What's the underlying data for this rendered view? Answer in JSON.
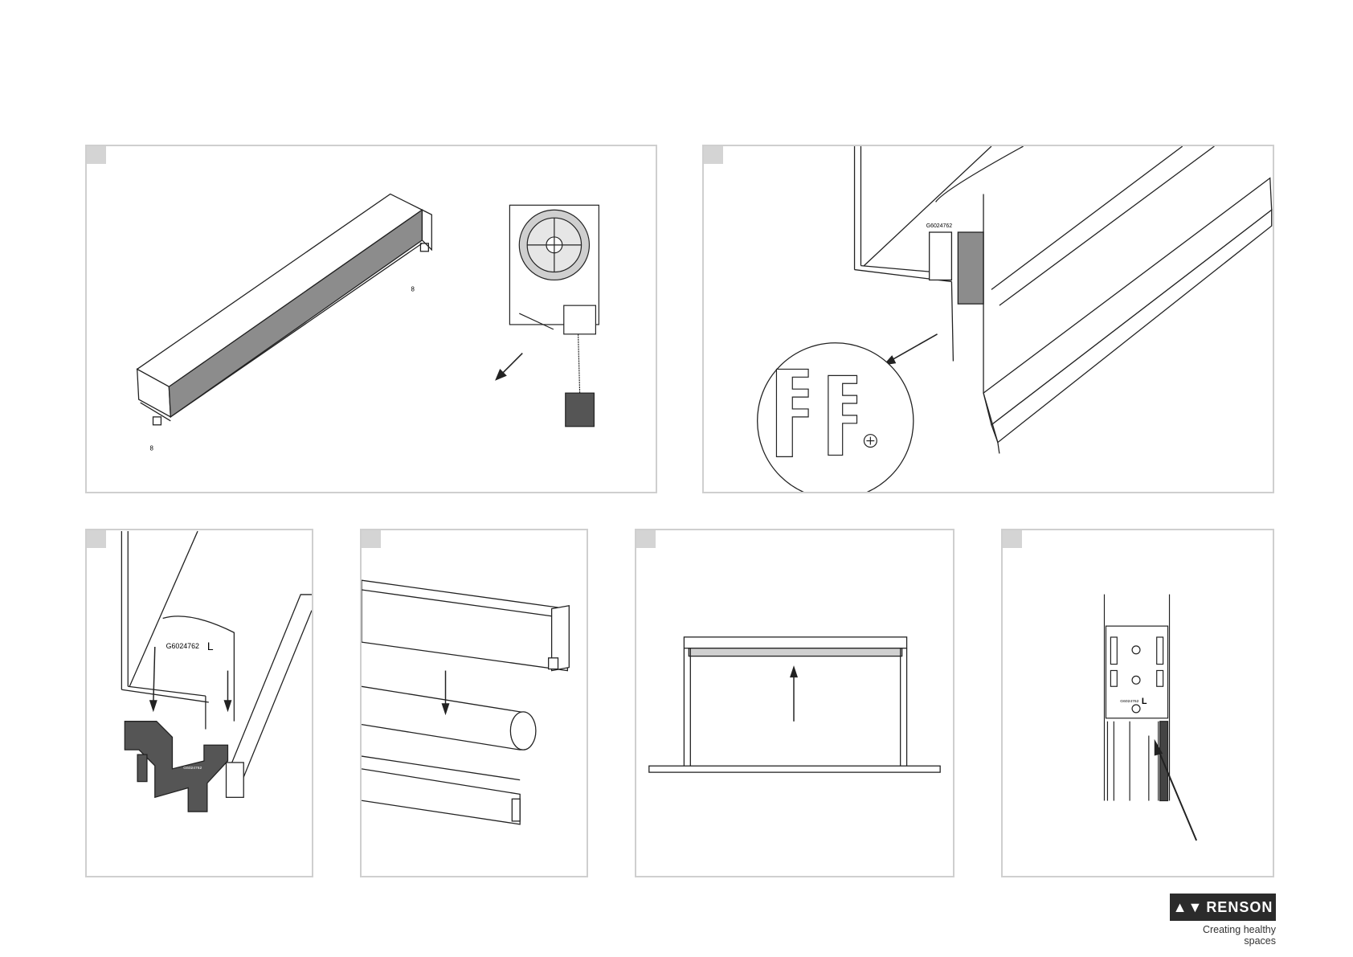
{
  "panels": [
    {
      "id": "step-1",
      "bracket_labels": [
        "8",
        "8"
      ]
    },
    {
      "id": "step-2",
      "part_code": "G6024762"
    },
    {
      "id": "step-3",
      "part_code": "G6024762",
      "side_label": "L",
      "part_code_small": "G6024762"
    },
    {
      "id": "step-4"
    },
    {
      "id": "step-5"
    },
    {
      "id": "step-6",
      "part_code": "G6024762",
      "side_label": "L"
    }
  ],
  "footer": {
    "brand": "RENSON",
    "brand_mark": "▲▼",
    "tagline": "Creating healthy spaces"
  },
  "colors": {
    "panel_border": "#cfcfcf",
    "step_tag": "#d4d4d4",
    "line": "#222222",
    "fabric": "#8c8c8c",
    "logo_bg": "#2b2b2b"
  }
}
